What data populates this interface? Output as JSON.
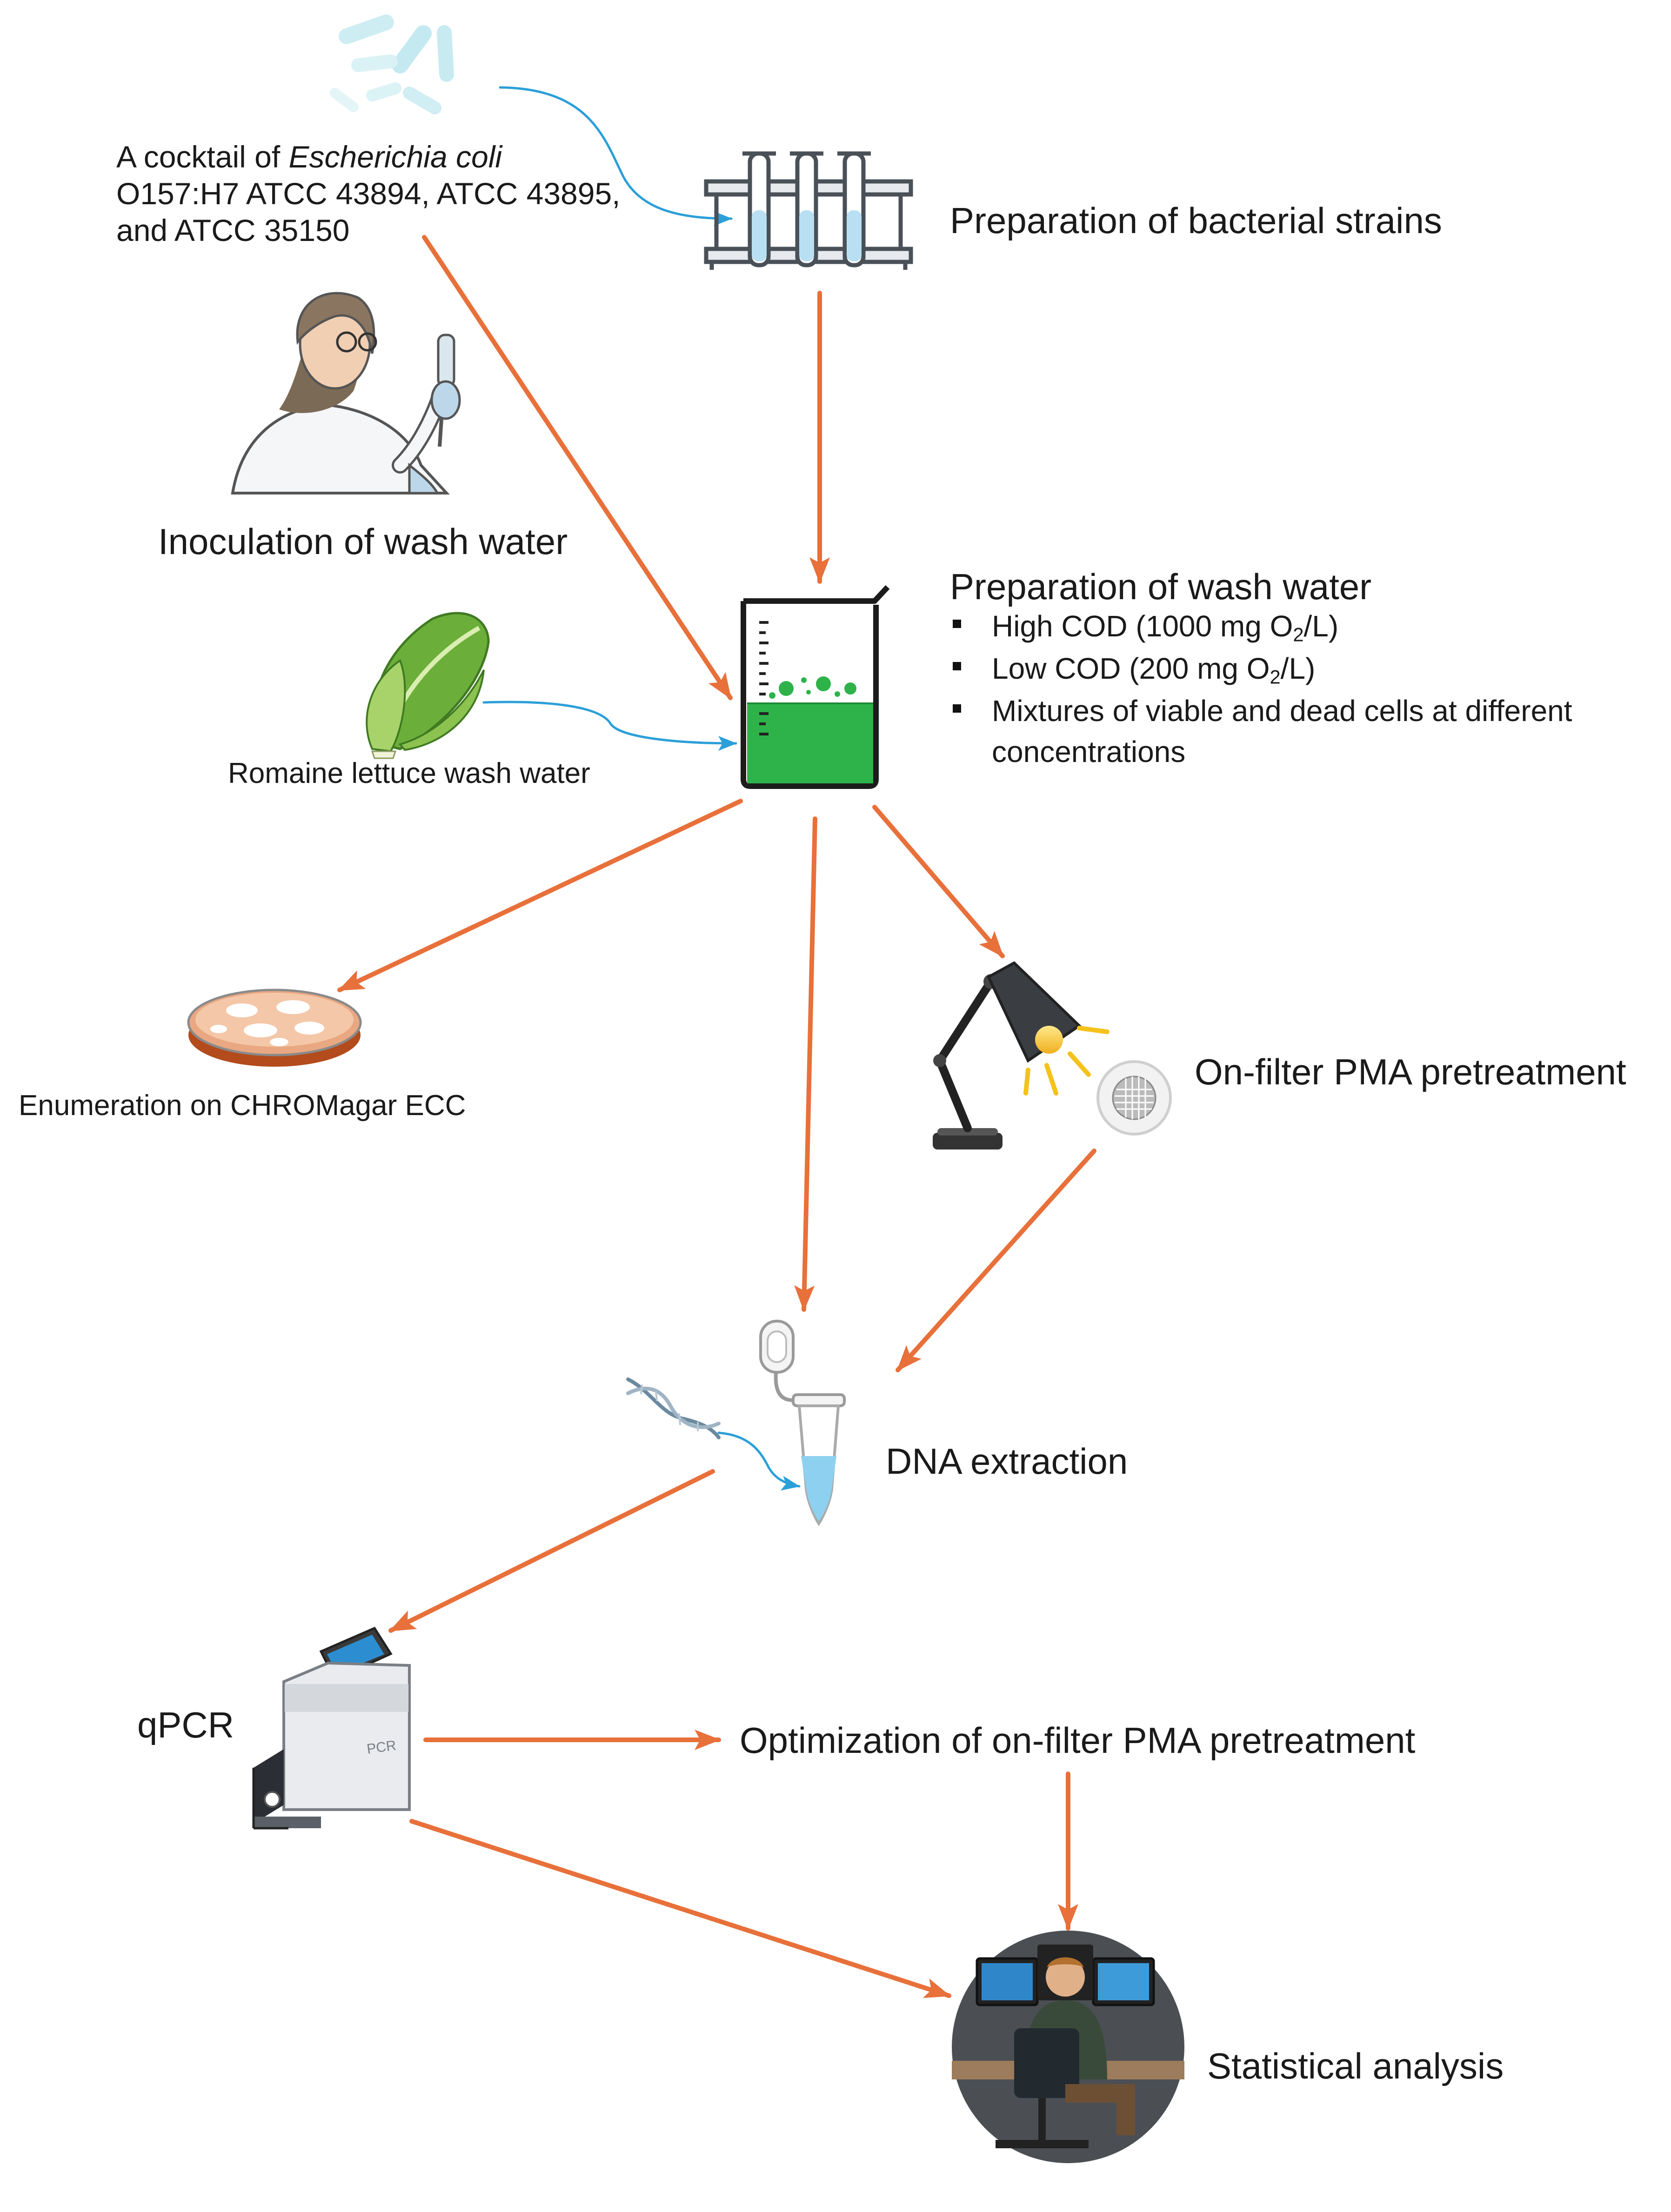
{
  "nodes": {
    "ecoli": {
      "line1_prefix": "A cocktail of",
      "line1_species": "Escherichia coli",
      "line2": "O157:H7 ATCC 43894, ATCC 43895,",
      "line3": "and ATCC 35150"
    },
    "bacterial_strains": {
      "label": "Preparation of bacterial strains"
    },
    "inoculation": {
      "label": "Inoculation of wash water"
    },
    "wash_water": {
      "title": "Preparation of wash water",
      "bullet1_pre": "High COD (1000 mg  O",
      "bullet1_sub": "2",
      "bullet1_post": "/L)",
      "bullet2_pre": "Low COD (200 mg  O",
      "bullet2_sub": "2",
      "bullet2_post": "/L)",
      "bullet3_line1": "Mixtures of viable and dead cells at different",
      "bullet3_line2": "concentrations"
    },
    "lettuce": {
      "label": "Romaine lettuce  wash water"
    },
    "enumeration": {
      "label": "Enumeration on  CHROMagar  ECC"
    },
    "pma": {
      "label": "On-filter PMA pretreatment"
    },
    "dna": {
      "label": "DNA extraction"
    },
    "qpcr": {
      "label": "qPCR",
      "machine_text": "PCR"
    },
    "optimization": {
      "label": "Optimization of on-filter PMA pretreatment"
    },
    "statistics": {
      "label": "Statistical analysis"
    }
  },
  "colors": {
    "main_arrow": "#e8703a",
    "sub_arrow": "#2b9fd8",
    "wash_green": "#2db34a"
  }
}
